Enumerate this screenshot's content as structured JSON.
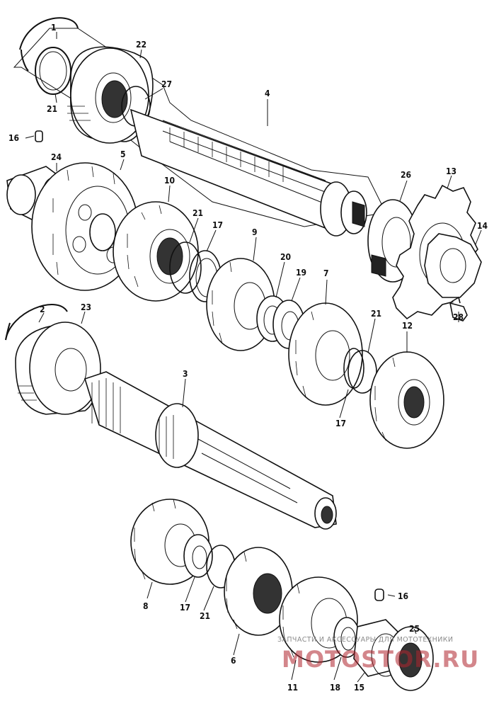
{
  "diagram": {
    "labels": {
      "l1": "1",
      "l2": "2",
      "l3": "3",
      "l4": "4",
      "l5": "5",
      "l6": "6",
      "l7": "7",
      "l8": "8",
      "l9": "9",
      "l10": "10",
      "l11": "11",
      "l12": "12",
      "l13": "13",
      "l14": "14",
      "l15": "15",
      "l16a": "16",
      "l16b": "16",
      "l17a": "17",
      "l17b": "17",
      "l17c": "17",
      "l18": "18",
      "l19": "19",
      "l20": "20",
      "l21a": "21",
      "l21b": "21",
      "l21c": "21",
      "l21d": "21",
      "l22": "22",
      "l23": "23",
      "l24": "24",
      "l25": "25",
      "l26": "26",
      "l27": "27",
      "l28": "28"
    }
  },
  "watermark": {
    "caption": "ЗАПЧАСТИ И АКСЕССУАРЫ ДЛЯ МОТОТЕХНИКИ",
    "logo": "MOTOSTOR.RU"
  }
}
